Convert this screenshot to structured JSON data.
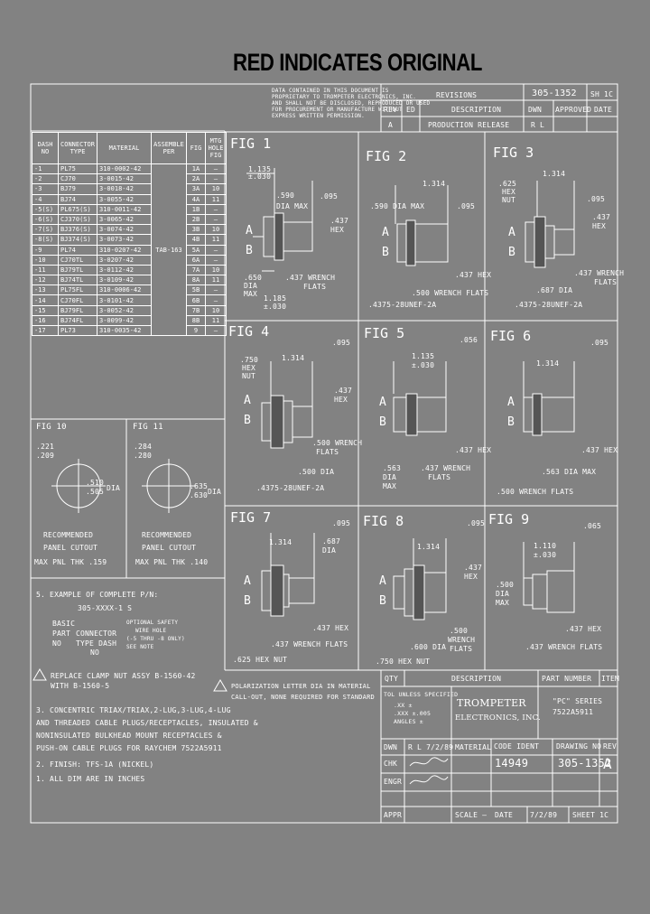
{
  "title": "RED INDICATES ORIGINAL",
  "proprietary": [
    "DATA CONTAINED IN THIS DOCUMENT IS",
    "PROPRIETARY TO TROMPETER ELECTRONICS, INC.",
    "AND SHALL NOT BE DISCLOSED, REPRODUCED OR USED",
    "FOR PROCUREMENT OR MANUFACTURE WITHOUT",
    "EXPRESS WRITTEN PERMISSION."
  ],
  "revisions": {
    "header": "REVISIONS",
    "doc_no": "305-1352",
    "sheet": "SH 1C",
    "cols": [
      "REV",
      "ED",
      "DESCRIPTION",
      "DWN",
      "APPROVED",
      "DATE"
    ],
    "row": {
      "rev": "A",
      "description": "PRODUCTION RELEASE",
      "dwn": "R L"
    }
  },
  "dash_table": {
    "headers": [
      "DASH NO",
      "CONNECTOR TYPE",
      "MATERIAL",
      "ASSEMBLE PER",
      "FIG",
      "MTG HOLE FIG"
    ],
    "assemble_per": "TAB-163",
    "rows": [
      [
        "-1",
        "PL75",
        "310-0002-42",
        "1A",
        "—"
      ],
      [
        "-2",
        "CJ70",
        "3-0015-42",
        "2A",
        "—"
      ],
      [
        "-3",
        "BJ79",
        "3-0018-42",
        "3A",
        "10"
      ],
      [
        "-4",
        "BJ74",
        "3-0055-42",
        "4A",
        "11"
      ],
      [
        "-5(S)",
        "PL675(S)",
        "310-0011-42",
        "1B",
        "—"
      ],
      [
        "-6(S)",
        "CJ370(S)",
        "3-0065-42",
        "2B",
        "—"
      ],
      [
        "-7(S)",
        "BJ376(S)",
        "3-0074-42",
        "3B",
        "10"
      ],
      [
        "-8(S)",
        "BJ374(S)",
        "3-0073-42",
        "4B",
        "11"
      ],
      [
        "-9",
        "PL74",
        "310-0207-42",
        "5A",
        "—"
      ],
      [
        "-10",
        "CJ70TL",
        "3-0207-42",
        "6A",
        "—"
      ],
      [
        "-11",
        "BJ79TL",
        "3-0112-42",
        "7A",
        "10"
      ],
      [
        "-12",
        "BJ74TL",
        "3-0109-42",
        "8A",
        "11"
      ],
      [
        "-13",
        "PL75FL",
        "310-0006-42",
        "5B",
        "—"
      ],
      [
        "-14",
        "CJ70FL",
        "3-0101-42",
        "6B",
        "—"
      ],
      [
        "-15",
        "BJ79FL",
        "3-0052-42",
        "7B",
        "10"
      ],
      [
        "-16",
        "BJ74FL",
        "3-0099-42",
        "8B",
        "11"
      ],
      [
        "-17",
        "PL73",
        "310-0035-42",
        "9",
        "—"
      ]
    ]
  },
  "figs": {
    "fig1": {
      "label": "FIG 1",
      "d1": "1.135",
      "d1t": "±.030",
      "d2": ".590",
      "d2b": "DIA MAX",
      "d3": ".095",
      "hex": ".437",
      "hexb": "HEX",
      "wrench": ".437 WRENCH",
      "wrenchb": "FLATS",
      "dia": ".650",
      "diab": "DIA",
      "diac": "MAX",
      "d4": "1.185",
      "d4t": "±.030"
    },
    "fig2": {
      "label": "FIG 2",
      "d1": "1.314",
      "dia": ".590 DIA MAX",
      "d3": ".095",
      "hex": ".437 HEX",
      "wrench": ".500 WRENCH FLATS",
      "thread": ".4375-28UNEF-2A"
    },
    "fig3": {
      "label": "FIG 3",
      "hexnut": ".625",
      "hexnutb": "HEX",
      "hexnutc": "NUT",
      "d1": "1.314",
      "d3": ".095",
      "hex": ".437",
      "hexb": "HEX",
      "wrench": ".437 WRENCH",
      "wrenchb": "FLATS",
      "dia": ".687 DIA",
      "thread": ".4375-28UNEF-2A"
    },
    "fig4": {
      "label": "FIG 4",
      "hexnut": ".750",
      "hexnutb": "HEX",
      "hexnutc": "NUT",
      "d1": "1.314",
      "d3": ".095",
      "hex": ".437",
      "hexb": "HEX",
      "wrench": ".500 WRENCH",
      "wrenchb": "FLATS",
      "dia": ".500 DIA",
      "thread": ".4375-28UNEF-2A"
    },
    "fig5": {
      "label": "FIG 5",
      "d1": "1.135",
      "d1t": "±.030",
      "d3": ".056",
      "dia": ".563",
      "diab": "DIA",
      "diac": "MAX",
      "wrench": ".437 WRENCH",
      "wrenchb": "FLATS",
      "hex": ".437 HEX"
    },
    "fig6": {
      "label": "FIG 6",
      "d1": "1.314",
      "d3": ".095",
      "hex": ".437 HEX",
      "dia": ".563 DIA MAX",
      "wrench": ".500 WRENCH FLATS"
    },
    "fig7": {
      "label": "FIG 7",
      "d1": "1.314",
      "d3": ".095",
      "dia": ".687",
      "diab": "DIA",
      "hex": ".437 HEX",
      "wrench": ".437 WRENCH FLATS",
      "hexnut": ".625 HEX NUT"
    },
    "fig8": {
      "label": "FIG 8",
      "d1": "1.314",
      "d3": ".095",
      "hex": ".437",
      "hexb": "HEX",
      "wrench": ".500",
      "wrenchb": "WRENCH",
      "wrenchc": "FLATS",
      "dia": ".600 DIA",
      "hexnut": ".750 HEX NUT"
    },
    "fig9": {
      "label": "FIG 9",
      "d1": "1.110",
      "d1t": "±.030",
      "d3": ".065",
      "dia": ".500",
      "diab": "DIA",
      "diac": "MAX",
      "hex": ".437 HEX",
      "wrench": ".437 WRENCH FLATS"
    },
    "fig10": {
      "label": "FIG 10",
      "d1": ".221",
      "d2": ".209",
      "d3": ".510",
      "d4": ".505",
      "dia": "DIA",
      "note1": "RECOMMENDED",
      "note2": "PANEL CUTOUT",
      "note3": "MAX PNL THK .159"
    },
    "fig11": {
      "label": "FIG 11",
      "d1": ".284",
      "d2": ".280",
      "d3": ".635",
      "d4": ".630",
      "dia": "DIA",
      "note1": "RECOMMENDED",
      "note2": "PANEL CUTOUT",
      "note3": "MAX PNL THK .140"
    }
  },
  "end_letters": {
    "a": "A",
    "b": "B"
  },
  "notes": {
    "n5": "5.  EXAMPLE OF COMPLETE P/N:",
    "n5pn": "305-XXXX-1 S",
    "n5basic": "BASIC",
    "n5part": "PART",
    "n5no": "NO",
    "n5conn": "CONNECTOR",
    "n5type": "TYPE DASH",
    "n5tno": "NO",
    "n5safety": "OPTIONAL SAFETY",
    "n5wire": "WIRE HOLE",
    "n5dash": "(-5 THRU -8 ONLY)",
    "n5see": "SEE NOTE",
    "n4": "REPLACE CLAMP NUT ASSY B-1560-42",
    "n4b": "WITH B-1560-5",
    "n3a": "3.  CONCENTRIC TRIAX/TRIAX,2-LUG,3-LUG,4-LUG",
    "n3b": "AND THREADED CABLE PLUGS/RECEPTACLES, INSULATED &",
    "n3c": "NONINSULATED BULKHEAD MOUNT RECEPTACLES &",
    "n3d": "PUSH-ON CABLE PLUGS FOR RAYCHEM 7522A5911",
    "n2": "2.  FINISH: TFS-1A (NICKEL)",
    "n1": "1.  ALL DIM ARE IN INCHES",
    "polarization": "POLARIZATION LETTER DIA IN MATERIAL",
    "polarization2": "CALL-OUT, NONE REQUIRED FOR STANDARD"
  },
  "title_block": {
    "qty": "QTY",
    "description": "DESCRIPTION",
    "part_number": "PART NUMBER",
    "item": "ITEM",
    "tol": "TOL UNLESS SPECIFIED",
    "tol1": ".XX  ±",
    "tol2": ".XXX ±.005",
    "tol3": "ANGLES ±",
    "company": "TROMPETER",
    "company2": "ELECTRONICS, INC.",
    "series": "\"PC\" SERIES",
    "series2": "7522A5911",
    "dwn": "DWN",
    "dwn_val": "R L  7/2/89",
    "chk": "CHK",
    "engr": "ENGR",
    "appr": "APPR",
    "material": "MATERIAL",
    "code_ident": "CODE IDENT",
    "code_val": "14949",
    "drawing_no": "DRAWING NO",
    "drawing_val": "305-1352",
    "rev": "REV",
    "rev_val": "A",
    "scale": "SCALE —",
    "date": "DATE",
    "date_val": "7/2/89",
    "sheet": "SHEET 1C"
  }
}
